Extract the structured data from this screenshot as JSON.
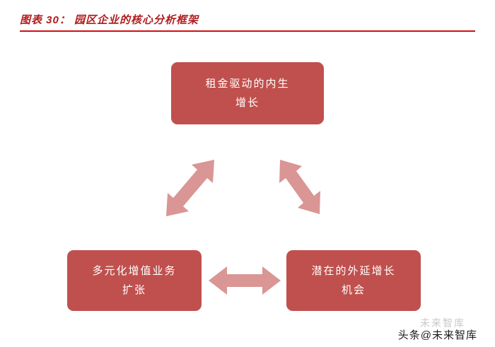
{
  "header": {
    "title": "图表 30：  园区企业的核心分析框架"
  },
  "colors": {
    "title_red": "#b01b1e",
    "rule_red": "#d10f12",
    "box_fill": "#c0504d",
    "box_text": "#ffffff",
    "arrow_fill": "#d99694"
  },
  "diagram": {
    "nodes": [
      {
        "id": "rental-growth",
        "label": "租金驱动的内生\n增长"
      },
      {
        "id": "diversified-services",
        "label": "多元化增值业务\n扩张"
      },
      {
        "id": "external-growth",
        "label": "潜在的外延增长\n机会"
      }
    ],
    "arrows": [
      {
        "id": "top-to-left",
        "type": "double-headed"
      },
      {
        "id": "top-to-right",
        "type": "double-headed"
      },
      {
        "id": "left-to-right",
        "type": "double-headed"
      }
    ]
  },
  "watermark": {
    "faint": "未来智库",
    "byline": "头条@未来智库"
  }
}
